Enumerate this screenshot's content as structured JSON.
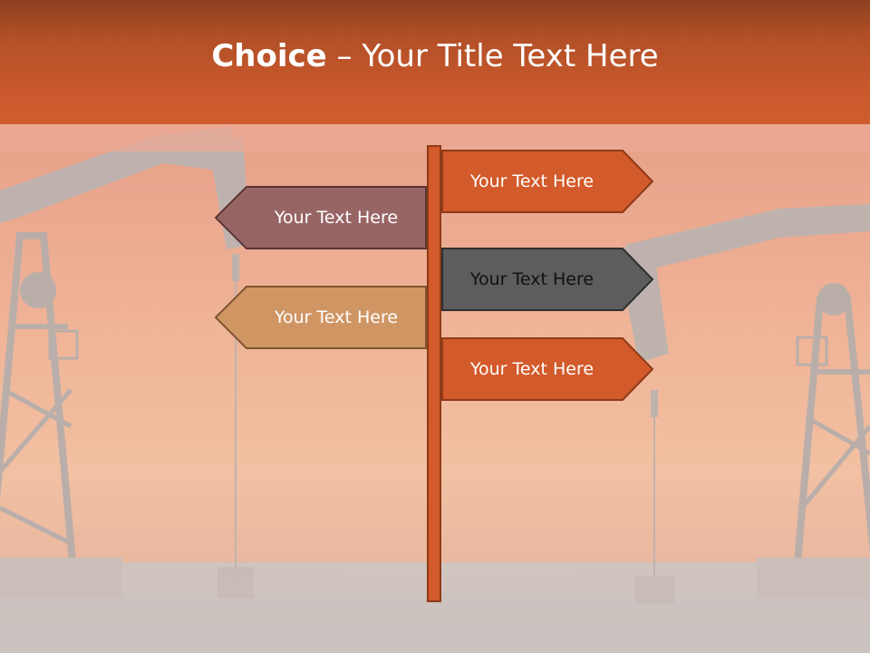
{
  "slide": {
    "title_bold": "Choice",
    "title_rest": " – Your Title Text Here"
  },
  "signs": [
    {
      "label": "Your Text Here",
      "direction": "right",
      "color": "#d35a2a"
    },
    {
      "label": "Your Text Here",
      "direction": "left",
      "color": "#986565"
    },
    {
      "label": "Your Text Here",
      "direction": "right",
      "color": "#5d5d5d"
    },
    {
      "label": "Your Text Here",
      "direction": "left",
      "color": "#cf9664"
    },
    {
      "label": "Your Text Here",
      "direction": "right",
      "color": "#d35a2a"
    }
  ],
  "colors": {
    "title_bar": "#c9592d",
    "post": "#d35a2a"
  }
}
